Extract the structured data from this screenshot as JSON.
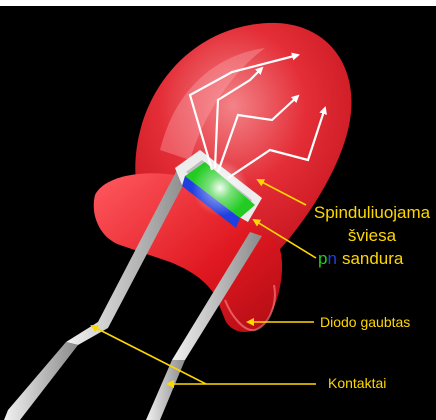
{
  "labels": {
    "emitted_light_line1": "Spinduliuojama",
    "emitted_light_line2": "šviesa",
    "pn_p": "p",
    "pn_n": "n",
    "pn_junction_word": "sandura",
    "housing": "Diodo gaubtas",
    "contacts": "Kontaktai"
  },
  "colors": {
    "background": "#000000",
    "label_text": "#ffd700",
    "leader_lines": "#ffd700",
    "led_body": "#e8101a",
    "p_layer": "#22cc22",
    "n_layer": "#1f3fe0",
    "light_rays": "#ffffff",
    "leads": "#c8c8c8"
  }
}
